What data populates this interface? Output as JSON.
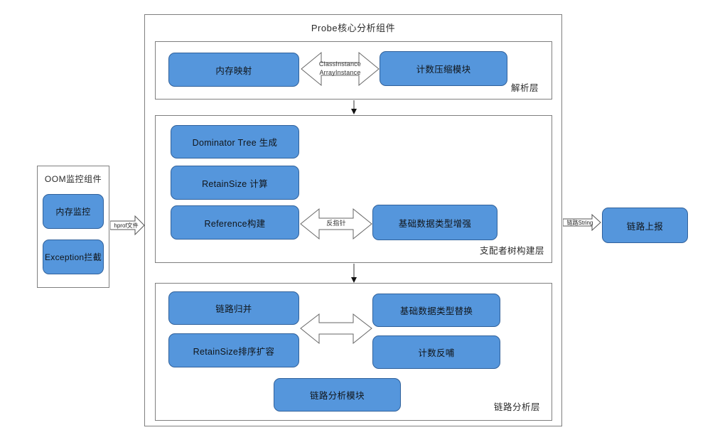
{
  "colors": {
    "node_fill": "#5596DC",
    "node_border": "#30619B",
    "container_border": "#7F7F7F"
  },
  "main_title": "Probe核心分析组件",
  "parse_layer": {
    "label": "解析层",
    "memory_mapping": "内存映射",
    "count_compression": "计数压缩模块",
    "arrow_line1": "ClassInstance",
    "arrow_line2": "ArrayInstance"
  },
  "dominator_layer": {
    "label": "支配者树构建层",
    "dominator_tree": "Dominator Tree 生成",
    "retain_size": "RetainSize 计算",
    "reference_build": "Reference构建",
    "primitive_enhance": "基础数据类型增强",
    "arrow_label": "反指针"
  },
  "link_layer": {
    "label": "链路分析层",
    "link_merge": "链路归并",
    "retain_sort": "RetainSize排序扩容",
    "primitive_replace": "基础数据类型替换",
    "count_feedback": "计数反哺",
    "link_analysis": "链路分析模块"
  },
  "oom_component": {
    "title": "OOM监控组件",
    "memory_monitor": "内存监控",
    "exception_intercept": "Exception拦截"
  },
  "edges": {
    "hprof_file": "hprof文件",
    "link_string": "链路String"
  },
  "report": {
    "link_report": "链路上报"
  }
}
